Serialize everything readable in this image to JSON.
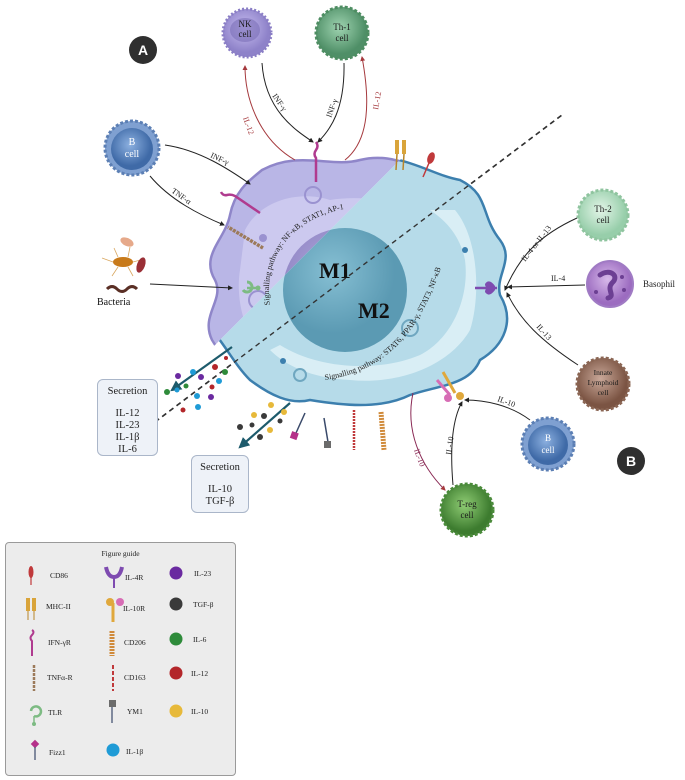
{
  "panels": {
    "a_label": "A",
    "b_label": "B"
  },
  "macrophage": {
    "m1_label": "M1",
    "m2_label": "M2",
    "m1_pathway": "Signalling pathway: NF-κB, STAT1, AP-1",
    "m2_pathway": "Signalling pathway: STAT6, PPAR-γ, STAT3, NF-κB",
    "colors": {
      "m1": "#b9b6e6",
      "m2": "#b6dbe9",
      "m1_outline": "#8f86c9",
      "m2_outline": "#3c7fae"
    }
  },
  "cells": {
    "nk": {
      "line1": "NK",
      "line2": "cell",
      "color": "#a79bd6"
    },
    "th1": {
      "line1": "Th-1",
      "line2": "cell",
      "color": "#6fae85"
    },
    "b_left": {
      "line1": "B",
      "line2": "cell",
      "color": "#5b84bf"
    },
    "th2": {
      "line1": "Th-2",
      "line2": "cell",
      "color": "#bfe3c8"
    },
    "basophil": {
      "label": "Basophil",
      "color": "#b58ad0"
    },
    "ilc": {
      "line1": "Innate",
      "line2": "Lymphoid",
      "line3": "cell",
      "color": "#9a7260"
    },
    "b_right": {
      "line1": "B",
      "line2": "cell",
      "color": "#5b84bf"
    },
    "treg": {
      "line1": "T-reg",
      "line2": "cell",
      "color": "#5fa04e"
    },
    "bacteria": {
      "label": "Bacteria"
    }
  },
  "arrows": {
    "il12_to_nk": "IL-12",
    "infg_from_nk": "INF-γ",
    "infg_from_th1": "INF-γ",
    "il12_to_th1": "IL-12",
    "infg_from_b": "INF-γ",
    "tnfa_from_b": "TNF-α",
    "il4_il13_from_th2": "IL-4 or IL-13",
    "il4_from_basophil": "IL-4",
    "il13_from_ilc": "IL-13",
    "il10_from_b": "IL-10",
    "il10_from_treg": "IL-10",
    "il10_to_treg": "IL-10"
  },
  "secretion_m1": {
    "title": "Secretion",
    "items": [
      "IL-12",
      "IL-23",
      "IL-1β",
      "IL-6"
    ]
  },
  "secretion_m2": {
    "title": "Secretion",
    "items": [
      "IL-10",
      "TGF-β"
    ]
  },
  "figure_guide": {
    "title": "Figure guide",
    "receptors_col1": [
      {
        "label": "CD86",
        "icon": "cd86-icon",
        "color": "#c0393b"
      },
      {
        "label": "MHC-II",
        "icon": "mhc-ii-icon",
        "color": "#d9a43a"
      },
      {
        "label": "IFN-γR",
        "icon": "ifn-gamma-receptor-icon",
        "color": "#b03b8f"
      },
      {
        "label": "TNFα-R",
        "icon": "tnf-alpha-receptor-icon",
        "color": "#9c7a5a"
      },
      {
        "label": "TLR",
        "icon": "tlr-icon",
        "color": "#7dbb83"
      },
      {
        "label": "Fizz1",
        "icon": "fizz1-icon",
        "color": "#b5318a"
      }
    ],
    "receptors_col2": [
      {
        "label": "IL-4R",
        "icon": "il4-receptor-icon",
        "color": "#7e4bb0"
      },
      {
        "label": "IL-10R",
        "icon": "il10-receptor-icon",
        "color": "#e0a83c"
      },
      {
        "label": "CD206",
        "icon": "cd206-icon",
        "color": "#d08a3a"
      },
      {
        "label": "CD163",
        "icon": "cd163-icon",
        "color": "#c0393b"
      },
      {
        "label": "YM1",
        "icon": "ym1-icon",
        "color": "#6b6b6b"
      },
      {
        "label": "IL-1β",
        "icon": "il1b-icon",
        "color": "#1f9bd6"
      }
    ],
    "cytokines": [
      {
        "label": "IL-23",
        "color": "#6a2aa0"
      },
      {
        "label": "TGF-β",
        "color": "#3a3a3a"
      },
      {
        "label": "IL-6",
        "color": "#2e8b3a"
      },
      {
        "label": "IL-12",
        "color": "#b3262a"
      },
      {
        "label": "IL-10",
        "color": "#e7b93a"
      }
    ]
  }
}
